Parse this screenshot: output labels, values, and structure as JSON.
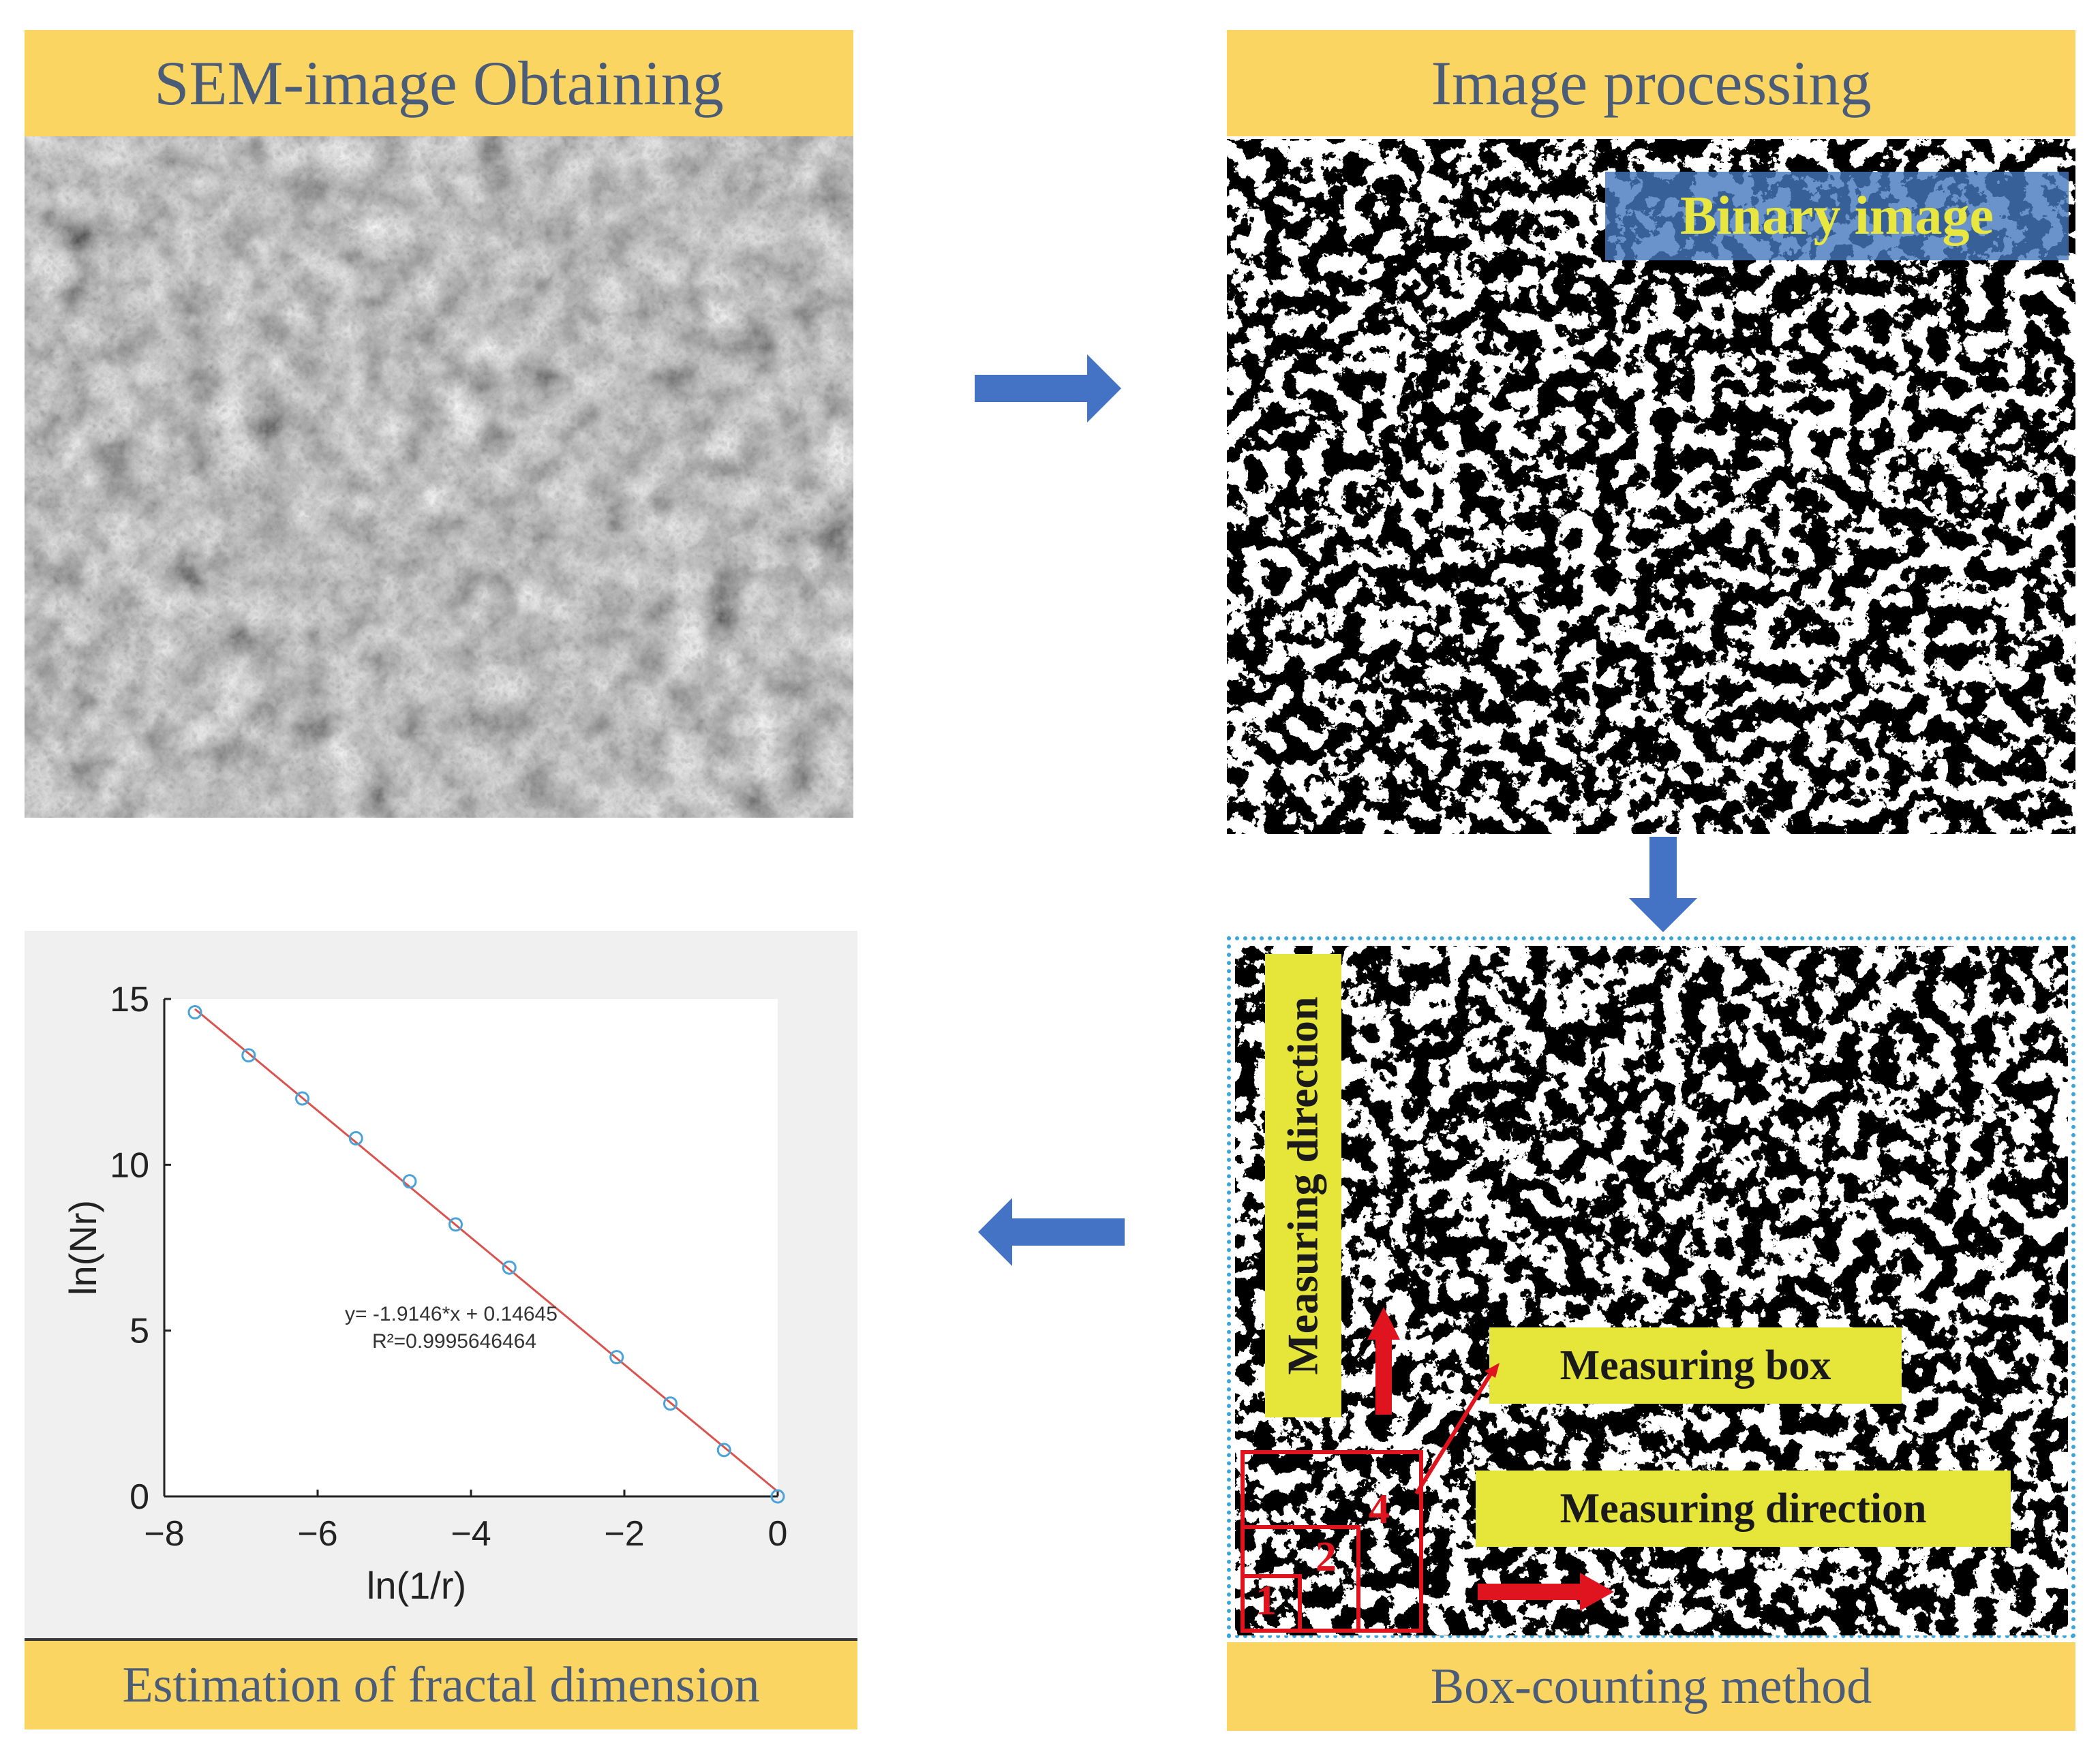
{
  "steps": {
    "sem": {
      "title": "SEM-image Obtaining"
    },
    "processing": {
      "title": "Image processing",
      "overlay_label": "Binary image"
    },
    "box_counting": {
      "title": "Box-counting method",
      "labels": {
        "vertical_direction": "Measuring direction",
        "measuring_box": "Measuring box",
        "horizontal_direction": "Measuring direction"
      },
      "box_numbers": [
        "1",
        "2",
        "4"
      ]
    },
    "estimation": {
      "title": "Estimation of fractal dimension"
    }
  },
  "colors": {
    "banner": "#fad561",
    "banner_text": "#4b5c78",
    "arrow": "#4472c4",
    "box_outline": "#e0141e",
    "highlight": "#e6e53a",
    "dotted_border": "#3aa5d8",
    "fit_line": "#d9534f"
  },
  "chart_data": {
    "type": "scatter",
    "xlabel": "ln(1/r)",
    "ylabel": "ln(Nr)",
    "xlim": [
      -8,
      0
    ],
    "ylim": [
      0,
      15
    ],
    "xticks": [
      -8,
      -6,
      -4,
      -2,
      0
    ],
    "yticks": [
      0,
      5,
      10,
      15
    ],
    "grid": false,
    "points": [
      {
        "x": -7.6,
        "y": 14.6
      },
      {
        "x": -6.9,
        "y": 13.3
      },
      {
        "x": -6.2,
        "y": 12.0
      },
      {
        "x": -5.5,
        "y": 10.8
      },
      {
        "x": -4.8,
        "y": 9.5
      },
      {
        "x": -4.2,
        "y": 8.2
      },
      {
        "x": -3.5,
        "y": 6.9
      },
      {
        "x": -2.1,
        "y": 4.2
      },
      {
        "x": -1.4,
        "y": 2.8
      },
      {
        "x": -0.7,
        "y": 1.4
      },
      {
        "x": 0,
        "y": 0
      }
    ],
    "fit": {
      "slope": -1.9146,
      "intercept": 0.14645
    },
    "annotations": {
      "equation": "y= -1.9146*x + 0.14645",
      "r2": "R²=0.9995646464"
    }
  }
}
